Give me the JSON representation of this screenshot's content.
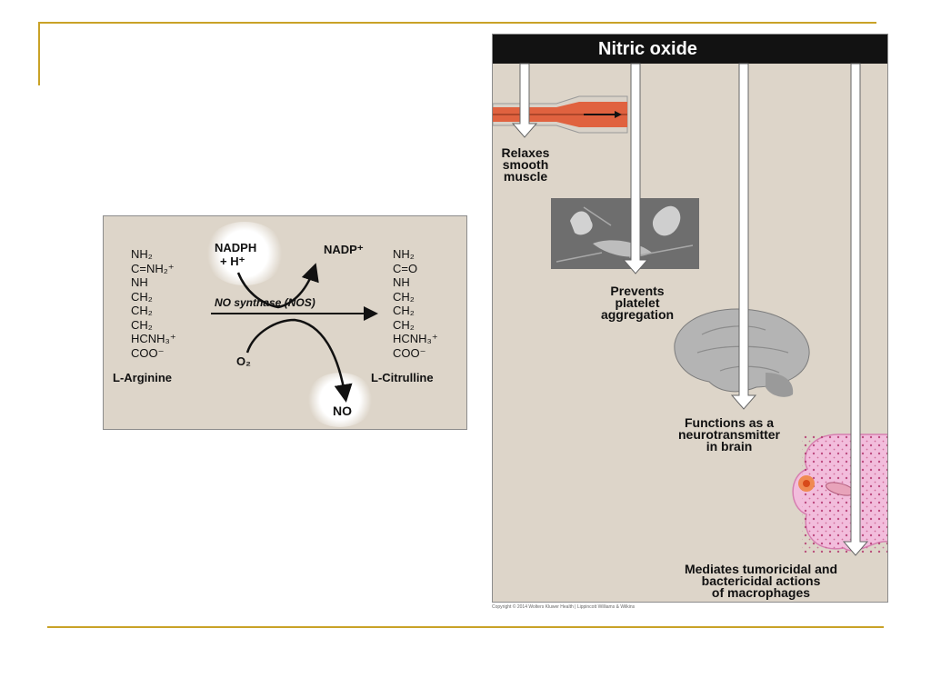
{
  "reaction": {
    "nadph": "NADPH",
    "h_plus": "+ H⁺",
    "nadp_plus": "NADP⁺",
    "o2": "O₂",
    "no_product": "NO",
    "enzyme": "NO synthase (NOS)",
    "arginine": {
      "name": "L-Arginine",
      "lines": [
        "NH₂",
        "C=NH₂⁺",
        "NH",
        "CH₂",
        "CH₂",
        "CH₂",
        "HCNH₃⁺",
        "COO⁻"
      ]
    },
    "citrulline": {
      "name": "L-Citrulline",
      "lines": [
        "NH₂",
        "C=O",
        "NH",
        "CH₂",
        "CH₂",
        "CH₂",
        "HCNH₃⁺",
        "COO⁻"
      ]
    }
  },
  "nitric_oxide": {
    "title": "Nitric oxide",
    "effects": [
      {
        "lines": [
          "Relaxes",
          "smooth",
          "muscle"
        ]
      },
      {
        "lines": [
          "Prevents",
          "platelet",
          "aggregation"
        ]
      },
      {
        "lines": [
          "Functions as a",
          "neurotransmitter",
          "in brain"
        ]
      },
      {
        "lines": [
          "Mediates tumoricidal and",
          "bactericidal actions",
          "of macrophages"
        ]
      }
    ]
  },
  "copyright": "Copyright © 2014 Wolters Kluwer Health | Lippincott Williams & Wilkins"
}
